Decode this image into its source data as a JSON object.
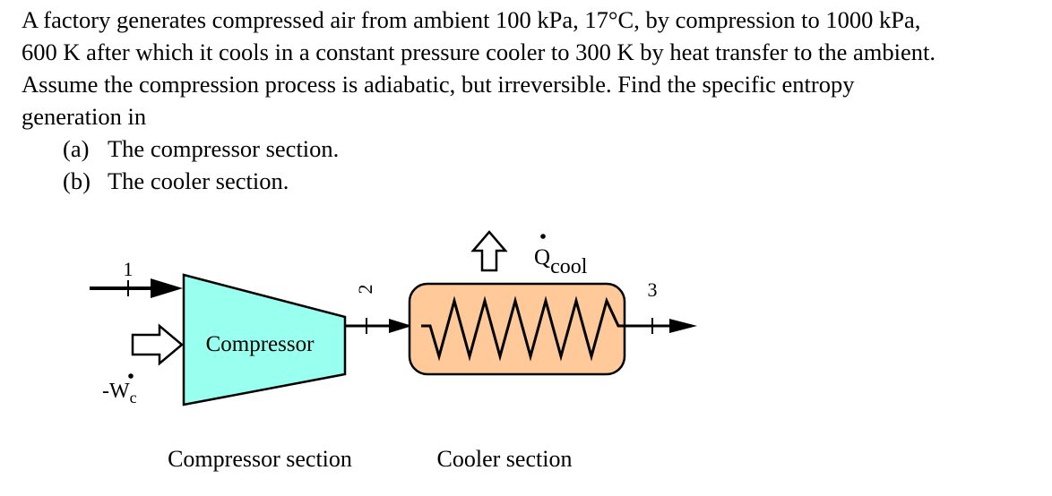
{
  "problem": {
    "lines": [
      "A factory generates compressed air from ambient 100 kPa, 17°C, by compression to 1000 kPa,",
      "600 K after which it cools in a constant pressure cooler to 300 K by heat transfer to the ambient.",
      "Assume the compression process is adiabatic, but irreversible. Find the specific entropy",
      "generation in"
    ],
    "parts": [
      {
        "marker": "(a)",
        "text": "The compressor section."
      },
      {
        "marker": "(b)",
        "text": "The cooler section."
      }
    ]
  },
  "diagram": {
    "state_labels": {
      "s1": "1",
      "s2": "2",
      "s3": "3"
    },
    "compressor_label": "Compressor",
    "work_symbol": "-W",
    "work_subscript": "c",
    "heat_symbol": "Q",
    "heat_subscript": "cool",
    "compressor_section_label": "Compressor section",
    "cooler_section_label": "Cooler section",
    "colors": {
      "compressor_fill": "#99ffee",
      "cooler_fill": "#ffc999",
      "outline": "#000000",
      "arrow_fill": "#ffffff"
    }
  }
}
